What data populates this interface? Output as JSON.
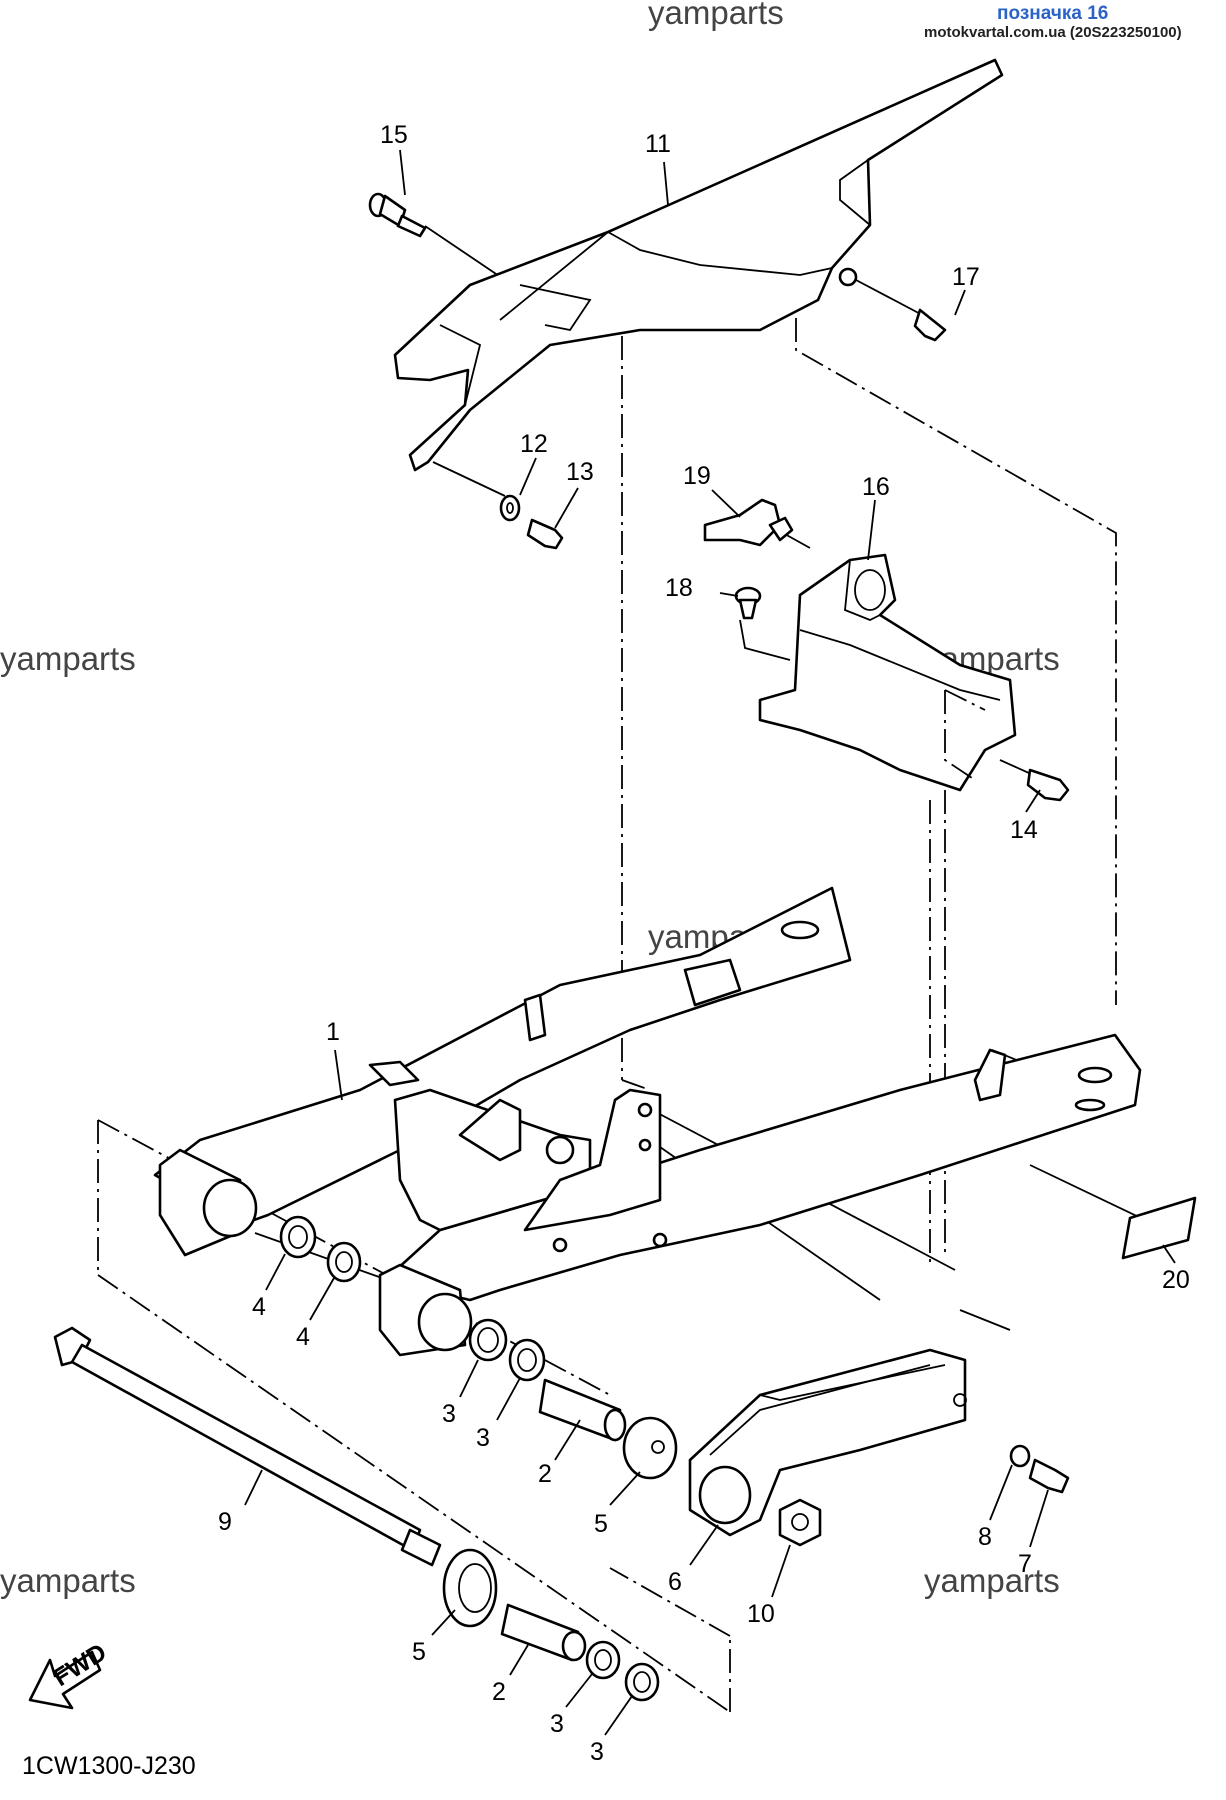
{
  "header": {
    "watermark_top": "yamparts",
    "label_link": "позначка 16",
    "site_text": "motokvartal.com.ua (20S223250100)"
  },
  "watermarks": [
    "yamparts",
    "yamparts",
    "yamparts",
    "yamparts",
    "yamparts"
  ],
  "diagram_code": "1CW1300-J230",
  "fwd_label": "FWD",
  "callouts": [
    "15",
    "11",
    "17",
    "12",
    "13",
    "19",
    "16",
    "18",
    "14",
    "1",
    "20",
    "4",
    "4",
    "3",
    "3",
    "2",
    "5",
    "9",
    "8",
    "7",
    "6",
    "10",
    "5",
    "2",
    "3",
    "3"
  ],
  "parts": [
    {
      "name": "chain-case-part",
      "number": "11"
    },
    {
      "name": "swingarm-part",
      "number": "1"
    },
    {
      "name": "protector-bracket-part",
      "number": "16"
    },
    {
      "name": "pivot-shaft-part",
      "number": "9"
    },
    {
      "name": "chain-puller-part",
      "number": "6"
    }
  ]
}
